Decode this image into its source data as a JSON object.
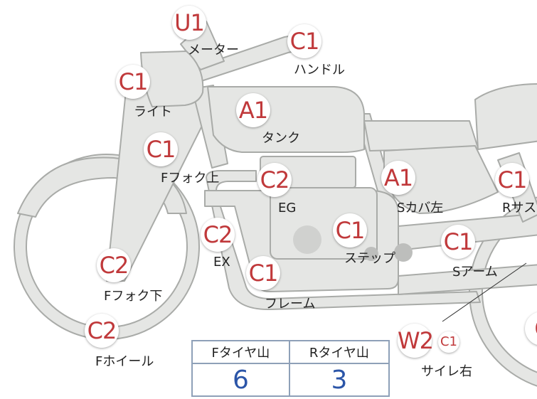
{
  "parts": [
    {
      "code": "U1",
      "label": "メーター"
    },
    {
      "code": "C1",
      "label": "ハンドル"
    },
    {
      "code": "C1",
      "label": "ライト"
    },
    {
      "code": "A1",
      "label": "タンク"
    },
    {
      "code": "C1",
      "label": "Fフォク上"
    },
    {
      "code": "C2",
      "label": "EG"
    },
    {
      "code": "A1",
      "label": "Sカバ左"
    },
    {
      "code": "C1",
      "label": "Rサス"
    },
    {
      "code": "C2",
      "label": "EX"
    },
    {
      "code": "C1",
      "label": "ステップ"
    },
    {
      "code": "C1",
      "label": "Sアーム"
    },
    {
      "code": "C2",
      "label": "Fフォク下"
    },
    {
      "code": "C1",
      "label": "フレーム"
    },
    {
      "code": "C2",
      "label": "Fホイール"
    },
    {
      "code": "W2",
      "label": "サイレ右"
    },
    {
      "code": "C1",
      "label": ""
    },
    {
      "code": "C",
      "label": ""
    }
  ],
  "tire_table": {
    "headers": [
      "Fタイヤ山",
      "Rタイヤ山"
    ],
    "values": [
      "6",
      "3"
    ]
  },
  "colors": {
    "body_fill": "#e5e6e4",
    "body_stroke": "#a9aba8",
    "code_text": "#c0393b",
    "value_text": "#2b55a8",
    "table_border": "#8ea0b8"
  }
}
